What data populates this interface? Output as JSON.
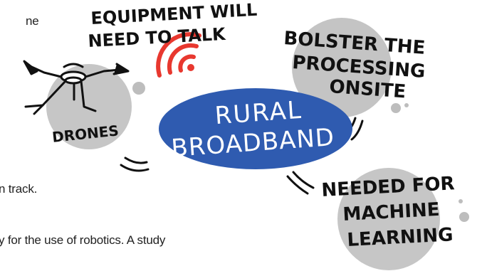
{
  "background_text": {
    "line1": "ne",
    "line2": "n track.",
    "line3": "y for the use of robotics. A study"
  },
  "center": {
    "line1": "RURAL",
    "line2": "BROADBAND"
  },
  "nodes": {
    "equipment": {
      "line1": "EQUIPMENT WILL",
      "line2": "NEED TO TALK"
    },
    "processing": {
      "line1": "BOLSTER THE",
      "line2": "PROCESSING",
      "line3": "ONSITE"
    },
    "drones": {
      "label": "DRONES"
    },
    "machine_learning": {
      "line1": "NEEDED FOR",
      "line2": "MACHINE",
      "line3": "LEARNING"
    }
  },
  "colors": {
    "oval_fill": "#2f5bb0",
    "bubble_gray": "#c4c4c4",
    "wifi_red": "#e8382f",
    "ink": "#111111"
  },
  "icons": [
    "drone-icon",
    "wifi-signal-icon"
  ]
}
